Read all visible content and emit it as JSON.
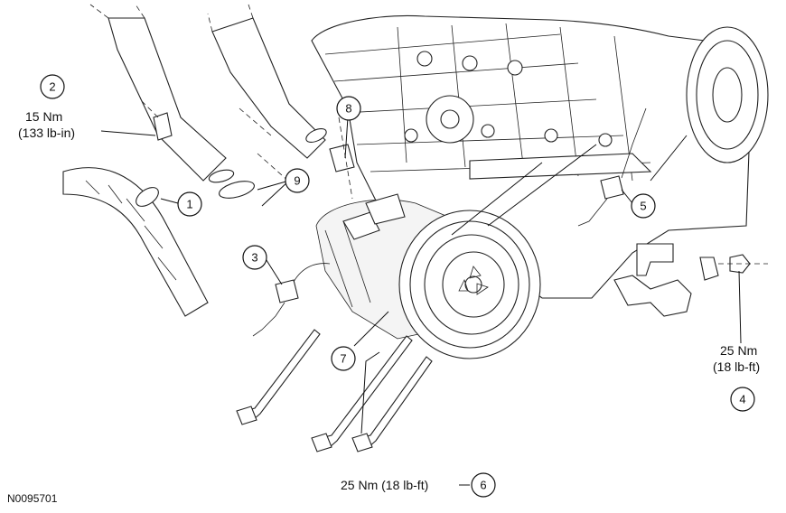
{
  "diagram": {
    "figure_code": "N0095701",
    "callouts": [
      {
        "id": "1",
        "label": "1"
      },
      {
        "id": "2",
        "label": "2"
      },
      {
        "id": "3",
        "label": "3"
      },
      {
        "id": "4",
        "label": "4"
      },
      {
        "id": "5",
        "label": "5"
      },
      {
        "id": "6",
        "label": "6"
      },
      {
        "id": "7",
        "label": "7"
      },
      {
        "id": "8",
        "label": "8"
      },
      {
        "id": "9",
        "label": "9"
      }
    ],
    "torque": {
      "item2_line1": "15 Nm",
      "item2_line2": "(133 lb-in)",
      "item4_line1": "25 Nm",
      "item4_line2": "(18 lb-ft)",
      "item6_line": "25 Nm (18 lb-ft)"
    }
  }
}
